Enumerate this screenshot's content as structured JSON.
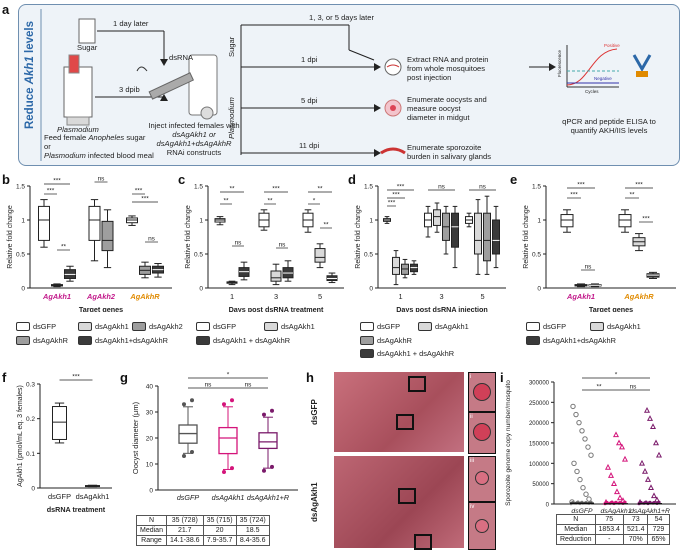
{
  "panel_letters": [
    "a",
    "b",
    "c",
    "d",
    "e",
    "f",
    "g",
    "h",
    "i"
  ],
  "panel_a": {
    "side_title": "Reduce",
    "side_title_italic": "Akh1",
    "side_title_tail": "levels",
    "sugar": "Sugar",
    "one_day": "1 day later",
    "three_dpib": "3 dpib",
    "dsrna": "dsRNA",
    "plasmodium_label": "Plasmodium",
    "feed_text": [
      "Feed female",
      "Anopheles",
      "sugar or",
      "Plasmodium",
      "infected blood meal"
    ],
    "inject_text": [
      "Inject infected females with",
      "dsAgAkh1 or",
      "dsAgAkh1+dsAgAkhR",
      "RNAi constructs"
    ],
    "branch_sugar": "Sugar",
    "branch_plasmodium": "Plasmodium",
    "days_later": "1, 3, or 5 days later",
    "dpi1": "1 dpi",
    "dpi5": "5  dpi",
    "dpi11": "11 dpi",
    "extract_text": [
      "Extract RNA and protein",
      "from whole mosquitoes",
      "post injection"
    ],
    "oocyst_text": [
      "Enumerate oocysts and",
      "measure oocyst",
      "diameter in midgut"
    ],
    "sporo_text": [
      "Enumerate sporozoite",
      "burden in salivary glands"
    ],
    "qpcr_text": [
      "qPCR and peptide ELISA to",
      "quantify AKH/IIS levels"
    ],
    "curve_labels": {
      "positive": "Positive",
      "negative": "Negative",
      "x": "Cycles",
      "y": "Fluorescence"
    }
  },
  "legends": {
    "b": [
      "dsGFP",
      "dsAgAkh1",
      "dsAgAkh2",
      "dsAgAkhR",
      "dsAgAkh1+dsAgAkhR"
    ],
    "c": [
      "dsGFP",
      "dsAgAkh1",
      "dsAgAkh1 + dsAgAkhR"
    ],
    "d": [
      "dsGFP",
      "dsAgAkh1",
      "dsAgAkhR",
      "dsAgAkh1 + dsAgAkhR"
    ],
    "e": [
      "dsGFP",
      "dsAgAkh1",
      "dsAgAkh1+dsAgAkhR"
    ]
  },
  "colors": {
    "white": "#ffffff",
    "light": "#d9d9d9",
    "mid": "#9e9e9e",
    "dark": "#3a3a3a",
    "magenta": "#c2188a",
    "orange": "#e08a00",
    "blue": "#2c68a8"
  },
  "chart_data": [
    {
      "id": "b",
      "type": "box",
      "ylabel": "Relative fold change",
      "xlabel": "Target genes",
      "ylim": [
        0,
        1.5
      ],
      "yticks": [
        0,
        0.5,
        1,
        1.5
      ],
      "groups": [
        "AgAkh1",
        "AgAkh2",
        "AgAkhR"
      ],
      "boxes": [
        {
          "g": 0,
          "min": 0.6,
          "q1": 0.7,
          "med": 1.0,
          "q3": 1.2,
          "max": 1.3,
          "fill": "white"
        },
        {
          "g": 0,
          "min": 0.02,
          "q1": 0.03,
          "med": 0.04,
          "q3": 0.05,
          "max": 0.06,
          "fill": "light"
        },
        {
          "g": 0,
          "min": 0.1,
          "q1": 0.14,
          "med": 0.2,
          "q3": 0.27,
          "max": 0.32,
          "fill": "dark"
        },
        {
          "g": 1,
          "min": 0.4,
          "q1": 0.7,
          "med": 1.0,
          "q3": 1.2,
          "max": 1.3,
          "fill": "white"
        },
        {
          "g": 1,
          "min": 0.3,
          "q1": 0.55,
          "med": 0.7,
          "q3": 0.98,
          "max": 1.15,
          "fill": "mid"
        },
        {
          "g": 2,
          "min": 0.92,
          "q1": 0.96,
          "med": 1.0,
          "q3": 1.03,
          "max": 1.06,
          "fill": "white"
        },
        {
          "g": 2,
          "min": 0.15,
          "q1": 0.2,
          "med": 0.26,
          "q3": 0.32,
          "max": 0.38,
          "fill": "mid"
        },
        {
          "g": 2,
          "min": 0.16,
          "q1": 0.22,
          "med": 0.27,
          "q3": 0.32,
          "max": 0.36,
          "fill": "dark"
        }
      ],
      "sig": [
        "***",
        "***",
        "**",
        "ns",
        "ns",
        "***",
        "***",
        "ns"
      ]
    },
    {
      "id": "c",
      "type": "box",
      "ylabel": "Relative fold change",
      "xlabel": "Days post dsRNA treatment",
      "ylim": [
        0,
        1.5
      ],
      "yticks": [
        0,
        0.5,
        1,
        1.5
      ],
      "groups": [
        "1",
        "3",
        "5"
      ],
      "boxes": [
        {
          "g": 0,
          "min": 0.93,
          "q1": 0.97,
          "med": 1.0,
          "q3": 1.02,
          "max": 1.05,
          "fill": "white"
        },
        {
          "g": 0,
          "min": 0.05,
          "q1": 0.07,
          "med": 0.08,
          "q3": 0.09,
          "max": 0.1,
          "fill": "light"
        },
        {
          "g": 0,
          "min": 0.12,
          "q1": 0.17,
          "med": 0.24,
          "q3": 0.3,
          "max": 0.38,
          "fill": "dark"
        },
        {
          "g": 1,
          "min": 0.85,
          "q1": 0.9,
          "med": 1.0,
          "q3": 1.1,
          "max": 1.15,
          "fill": "white"
        },
        {
          "g": 1,
          "min": 0.05,
          "q1": 0.1,
          "med": 0.15,
          "q3": 0.25,
          "max": 0.35,
          "fill": "light"
        },
        {
          "g": 1,
          "min": 0.1,
          "q1": 0.15,
          "med": 0.22,
          "q3": 0.3,
          "max": 0.4,
          "fill": "dark"
        },
        {
          "g": 2,
          "min": 0.82,
          "q1": 0.9,
          "med": 1.0,
          "q3": 1.1,
          "max": 1.15,
          "fill": "white"
        },
        {
          "g": 2,
          "min": 0.3,
          "q1": 0.38,
          "med": 0.45,
          "q3": 0.58,
          "max": 0.65,
          "fill": "light"
        },
        {
          "g": 2,
          "min": 0.08,
          "q1": 0.11,
          "med": 0.14,
          "q3": 0.18,
          "max": 0.22,
          "fill": "dark"
        }
      ],
      "sig": [
        "**",
        "**",
        "ns",
        "***",
        "**",
        "ns",
        "**",
        "*",
        "**"
      ]
    },
    {
      "id": "d",
      "type": "box",
      "ylabel": "Relative fold change",
      "xlabel": "Days post dsRNA injection",
      "ylim": [
        0,
        1.5
      ],
      "yticks": [
        0,
        0.5,
        1,
        1.5
      ],
      "groups": [
        "1",
        "3",
        "5"
      ],
      "boxes": [
        {
          "g": 0,
          "min": 0.95,
          "q1": 0.98,
          "med": 1.0,
          "q3": 1.02,
          "max": 1.05,
          "fill": "white"
        },
        {
          "g": 0,
          "min": 0.05,
          "q1": 0.2,
          "med": 0.3,
          "q3": 0.45,
          "max": 0.55,
          "fill": "light"
        },
        {
          "g": 0,
          "min": 0.15,
          "q1": 0.2,
          "med": 0.28,
          "q3": 0.35,
          "max": 0.42,
          "fill": "mid"
        },
        {
          "g": 0,
          "min": 0.2,
          "q1": 0.24,
          "med": 0.3,
          "q3": 0.35,
          "max": 0.4,
          "fill": "dark"
        },
        {
          "g": 1,
          "min": 0.75,
          "q1": 0.9,
          "med": 1.0,
          "q3": 1.1,
          "max": 1.2,
          "fill": "white"
        },
        {
          "g": 1,
          "min": 0.82,
          "q1": 0.92,
          "med": 1.05,
          "q3": 1.15,
          "max": 1.25,
          "fill": "light"
        },
        {
          "g": 1,
          "min": 0.5,
          "q1": 0.7,
          "med": 0.9,
          "q3": 1.1,
          "max": 1.2,
          "fill": "mid"
        },
        {
          "g": 1,
          "min": 0.3,
          "q1": 0.6,
          "med": 0.9,
          "q3": 1.1,
          "max": 1.2,
          "fill": "dark"
        },
        {
          "g": 2,
          "min": 0.9,
          "q1": 0.95,
          "med": 1.0,
          "q3": 1.05,
          "max": 1.1,
          "fill": "white"
        },
        {
          "g": 2,
          "min": 0.2,
          "q1": 0.5,
          "med": 0.7,
          "q3": 1.1,
          "max": 1.3,
          "fill": "light"
        },
        {
          "g": 2,
          "min": 0.2,
          "q1": 0.4,
          "med": 0.7,
          "q3": 1.1,
          "max": 1.35,
          "fill": "mid"
        },
        {
          "g": 2,
          "min": 0.3,
          "q1": 0.5,
          "med": 0.7,
          "q3": 1.0,
          "max": 1.2,
          "fill": "dark"
        }
      ],
      "sig": [
        "***",
        "***",
        "***",
        "ns",
        "ns"
      ]
    },
    {
      "id": "e",
      "type": "box",
      "ylabel": "Relative fold change",
      "xlabel": "Target genes",
      "ylim": [
        0,
        1.5
      ],
      "yticks": [
        0,
        0.5,
        1,
        1.5
      ],
      "groups": [
        "AgAkh1",
        "AgAkhR"
      ],
      "boxes": [
        {
          "g": 0,
          "min": 0.82,
          "q1": 0.9,
          "med": 1.0,
          "q3": 1.08,
          "max": 1.15,
          "fill": "white"
        },
        {
          "g": 0,
          "min": 0.02,
          "q1": 0.03,
          "med": 0.04,
          "q3": 0.05,
          "max": 0.06,
          "fill": "light"
        },
        {
          "g": 0,
          "min": 0.02,
          "q1": 0.03,
          "med": 0.04,
          "q3": 0.05,
          "max": 0.06,
          "fill": "dark"
        },
        {
          "g": 1,
          "min": 0.82,
          "q1": 0.9,
          "med": 1.0,
          "q3": 1.08,
          "max": 1.15,
          "fill": "white"
        },
        {
          "g": 1,
          "min": 0.55,
          "q1": 0.62,
          "med": 0.68,
          "q3": 0.74,
          "max": 0.8,
          "fill": "light"
        },
        {
          "g": 1,
          "min": 0.14,
          "q1": 0.16,
          "med": 0.19,
          "q3": 0.21,
          "max": 0.23,
          "fill": "dark"
        }
      ],
      "sig": [
        "***",
        "***",
        "ns",
        "***",
        "**",
        "***"
      ]
    },
    {
      "id": "f",
      "type": "box",
      "ylabel": "AgAkh1 (pmol/mL eq. 3 females)",
      "xlabel": "dsRNA treatment",
      "ylim": [
        0,
        0.3
      ],
      "yticks": [
        0,
        0.1,
        0.2,
        0.3
      ],
      "groups": [
        "dsGFP",
        "dsAgAkh1"
      ],
      "boxes": [
        {
          "g": 0,
          "min": 0.13,
          "q1": 0.14,
          "med": 0.19,
          "q3": 0.235,
          "max": 0.245,
          "fill": "white"
        },
        {
          "g": 1,
          "min": 0.004,
          "q1": 0.005,
          "med": 0.006,
          "q3": 0.007,
          "max": 0.008,
          "fill": "white"
        }
      ],
      "sig": [
        "***"
      ]
    },
    {
      "id": "g",
      "type": "box",
      "ylabel": "Oocyst diameter (μm)",
      "ylim": [
        0,
        40
      ],
      "yticks": [
        0,
        10,
        20,
        30,
        40
      ],
      "groups": [
        "dsGFP",
        "dsAgAkh1",
        "dsAgAkh1+R"
      ],
      "boxes": [
        {
          "g": 0,
          "min": 14.1,
          "q1": 18,
          "med": 21.7,
          "q3": 25,
          "max": 32,
          "fill": "white"
        },
        {
          "g": 1,
          "min": 7.9,
          "q1": 14,
          "med": 20,
          "q3": 24,
          "max": 32,
          "fill": "white"
        },
        {
          "g": 2,
          "min": 8.4,
          "q1": 16,
          "med": 18.5,
          "q3": 22,
          "max": 28,
          "fill": "white"
        }
      ],
      "sig": [
        "*",
        "ns",
        "ns"
      ],
      "table": {
        "rows": [
          "N",
          "Median",
          "Range"
        ],
        "cols": [
          [
            "35 (728)",
            "21.7",
            "14.1-38.6"
          ],
          [
            "35 (715)",
            "20",
            "7.9-35.7"
          ],
          [
            "35 (724)",
            "18.5",
            "8.4-35.6"
          ]
        ]
      }
    },
    {
      "id": "i",
      "type": "scatter",
      "ylabel": "Sporozoite genome copy number/mosquito",
      "ylim": [
        0,
        300000
      ],
      "yticks": [
        0,
        50000,
        100000,
        150000,
        200000,
        250000,
        300000
      ],
      "groups": [
        "dsGFP",
        "dsAgAkh1",
        "dsAgAkh1+R"
      ],
      "medians": [
        1853.4,
        521.4,
        729
      ],
      "sig": [
        "*",
        "**",
        "ns"
      ],
      "table": {
        "rows": [
          "N",
          "Median",
          "Reduction"
        ],
        "cols": [
          [
            "75",
            "1853.4",
            "-"
          ],
          [
            "73",
            "521.4",
            "70%"
          ],
          [
            "54",
            "729",
            "65%"
          ]
        ]
      }
    }
  ],
  "panel_h": {
    "row1": "dsGFP",
    "row2": "dsAgAkh1",
    "insets": [
      "i",
      "ii",
      "iii",
      "iv"
    ]
  }
}
